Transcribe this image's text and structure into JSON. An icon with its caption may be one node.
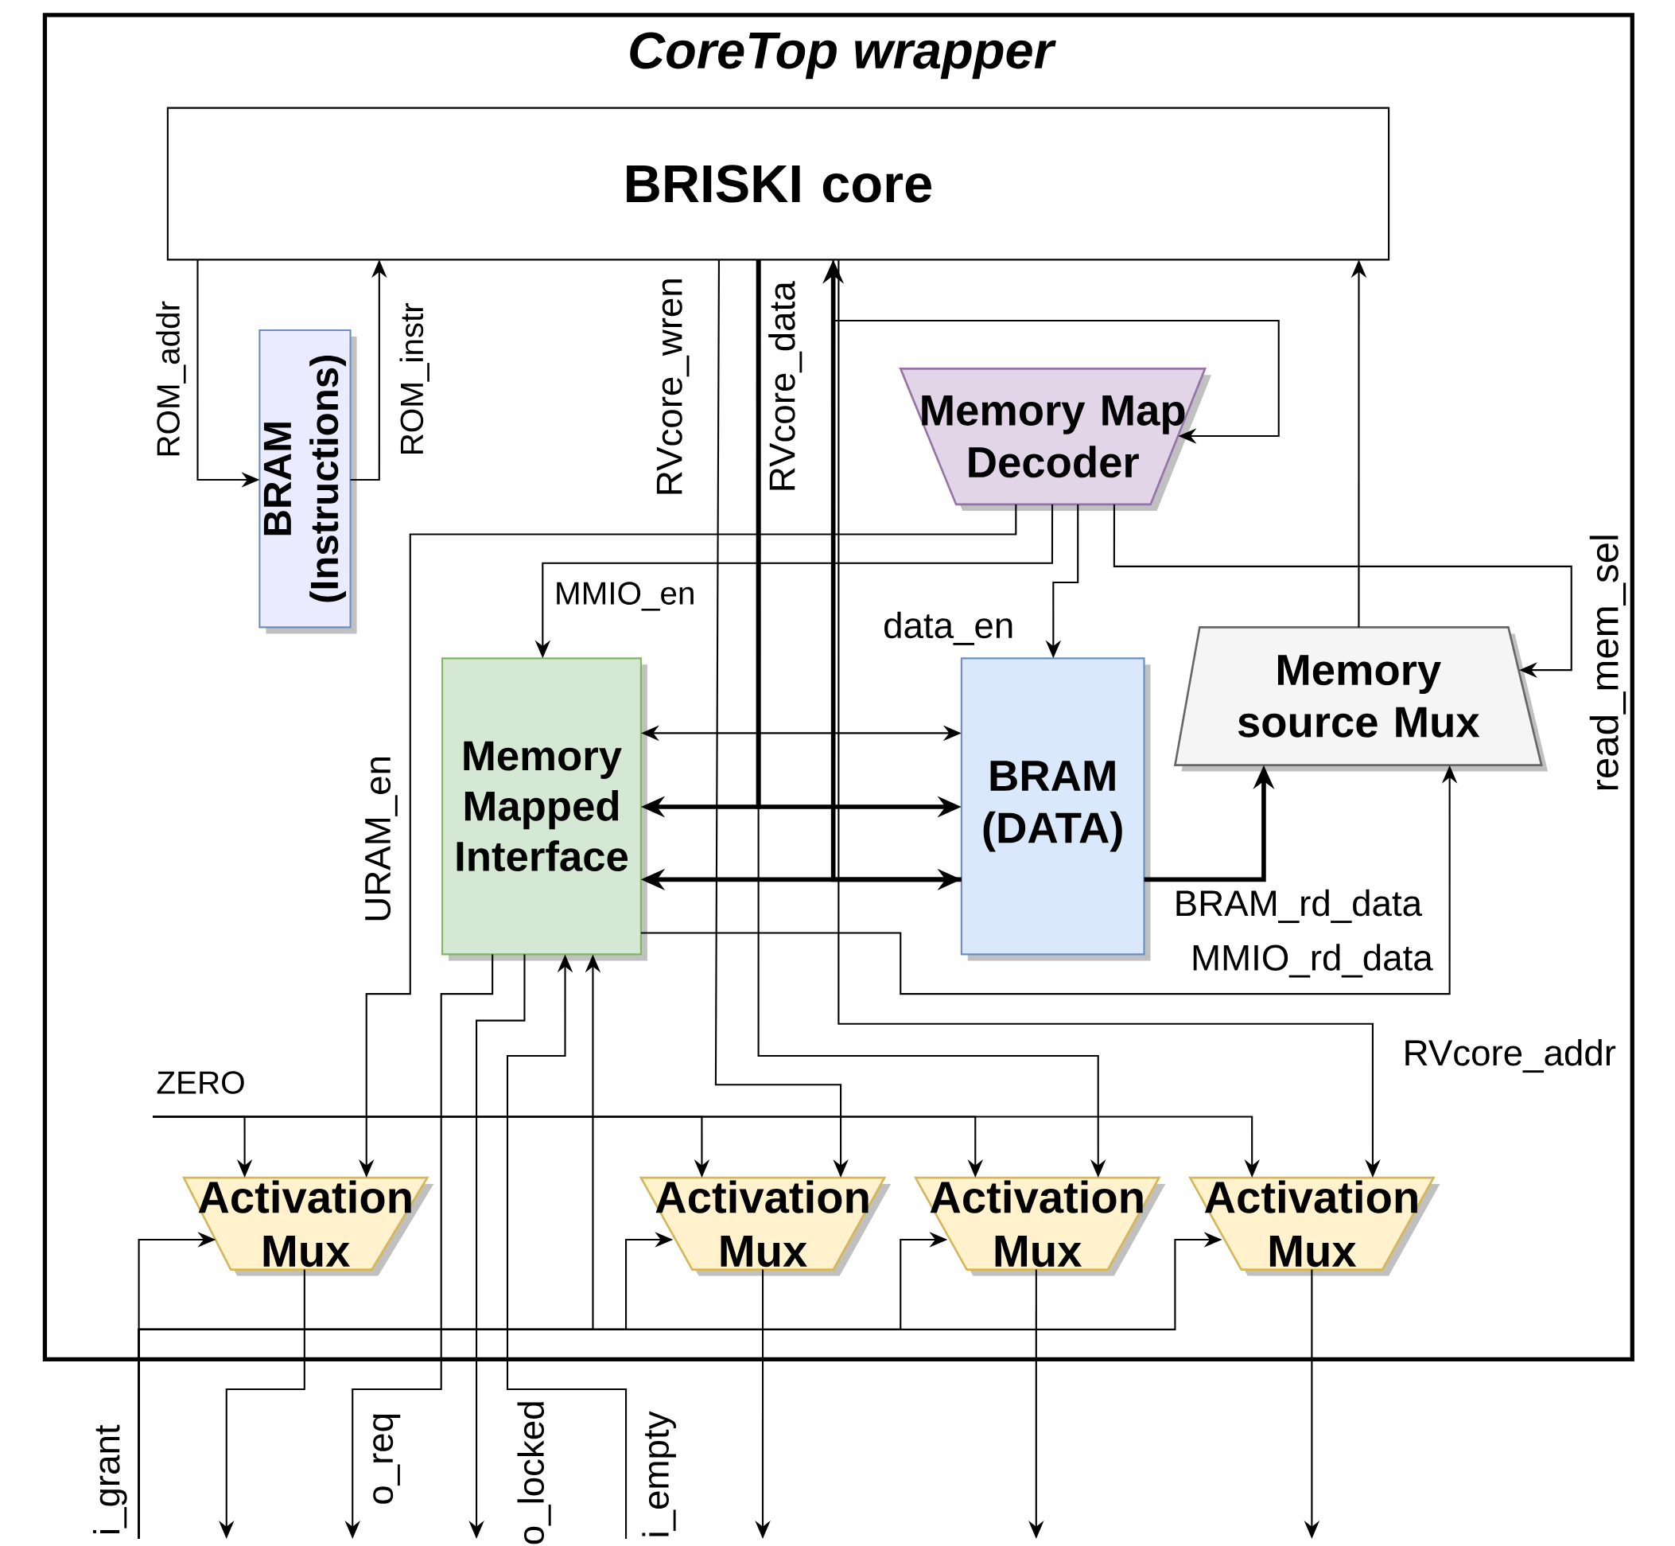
{
  "diagram": {
    "nodes": [
      {
        "text": [
          "CoreTop wrapper"
        ]
      },
      {
        "text": [
          "BRISKI core"
        ],
        "in": 0
      },
      {
        "text": [
          "BRAM (Instructions)"
        ],
        "in": 0
      },
      {
        "text": [
          "Memory Map Decoder"
        ],
        "in": 0
      },
      {
        "text": [
          "Memory Mapped Interface"
        ],
        "in": 0
      },
      {
        "text": [
          "BRAM (DATA)"
        ],
        "in": 0
      },
      {
        "text": [
          "Memory source Mux"
        ],
        "in": 0
      },
      {
        "text": [
          "Activation Mux"
        ],
        "in": 0
      },
      {
        "text": [
          "Activation Mux"
        ],
        "in": 0
      },
      {
        "text": [
          "Activation Mux"
        ],
        "in": 0
      },
      {
        "text": [
          "Activation Mux"
        ],
        "in": 0
      }
    ],
    "edges": [
      {
        "from": 1,
        "to": 2,
        "arrow": "to",
        "label": "ROM_addr"
      },
      {
        "from": 2,
        "to": 1,
        "arrow": "to",
        "label": "ROM_instr"
      },
      {
        "from": 1,
        "to": 8,
        "arrow": "to",
        "label": "RVcore_wren"
      },
      {
        "from": 1,
        "to": 4,
        "arrow": "to",
        "style": "thick",
        "label": "RVcore_data"
      },
      {
        "from": 1,
        "to": 5,
        "arrow": "to",
        "style": "thick"
      },
      {
        "from": 4,
        "to": 5,
        "arrow": "both"
      },
      {
        "from": 4,
        "to": 5,
        "arrow": "both",
        "style": "thick"
      },
      {
        "from": 5,
        "to": 1,
        "arrow": "to",
        "style": "thick"
      },
      {
        "from": 1,
        "to": 3,
        "arrow": "to"
      },
      {
        "from": 1,
        "to": 10,
        "arrow": "to",
        "label": "RVcore_addr"
      },
      {
        "from": 1,
        "to": 9,
        "arrow": "to"
      },
      {
        "from": 3,
        "to": 4,
        "arrow": "to",
        "label": "MMIO_en"
      },
      {
        "from": 3,
        "to": 7,
        "arrow": "to",
        "label": "URAM_en"
      },
      {
        "from": 3,
        "to": 5,
        "arrow": "to",
        "label": "data_en"
      },
      {
        "from": 3,
        "to": 6,
        "arrow": "to",
        "label": "read_mem_sel"
      },
      {
        "from": 6,
        "to": 1,
        "arrow": "to"
      },
      {
        "from": 5,
        "to": 6,
        "arrow": "to",
        "style": "thick",
        "label": "BRAM_rd_data"
      },
      {
        "from": 4,
        "to": 6,
        "arrow": "to",
        "label": "MMIO_rd_data"
      },
      {
        "from": null,
        "to": 7,
        "arrow": "to",
        "label": "ZERO"
      },
      {
        "from": null,
        "to": 8,
        "arrow": "to"
      },
      {
        "from": null,
        "to": 9,
        "arrow": "to"
      },
      {
        "from": null,
        "to": 10,
        "arrow": "to"
      },
      {
        "from": 7,
        "to": null,
        "arrow": "to"
      },
      {
        "from": 4,
        "to": null,
        "arrow": "to",
        "label": "o_req"
      },
      {
        "from": 4,
        "to": null,
        "arrow": "to",
        "label": "o_locked"
      },
      {
        "from": null,
        "to": 4,
        "arrow": "to",
        "label": "i_empty"
      },
      {
        "from": null,
        "to": 7,
        "arrow": "to",
        "label": "i_grant"
      },
      {
        "from": null,
        "to": 4,
        "arrow": "to"
      },
      {
        "from": null,
        "to": 8,
        "arrow": "to"
      },
      {
        "from": null,
        "to": 9,
        "arrow": "to"
      },
      {
        "from": null,
        "to": 10,
        "arrow": "to"
      },
      {
        "from": 8,
        "to": null,
        "arrow": "to"
      },
      {
        "from": 9,
        "to": null,
        "arrow": "to"
      },
      {
        "from": 10,
        "to": null,
        "arrow": "to"
      }
    ]
  }
}
